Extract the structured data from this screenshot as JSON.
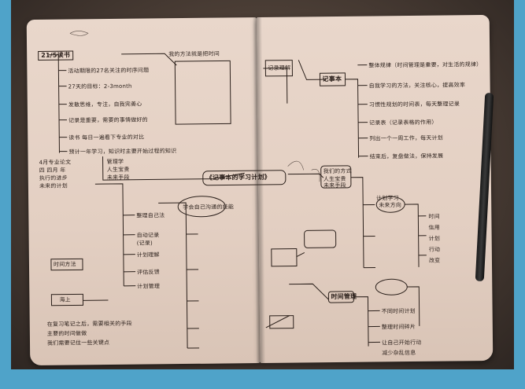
{
  "left_page": {
    "root": "21/5读书",
    "note_top": "我的方法就是把时间",
    "dates_box": [
      "4月专业论文",
      "四 四月 年",
      "执行的进步",
      "未来的计划"
    ],
    "items": [
      "活动期限的27名关注的时序问题",
      "27天的目标：2-3month",
      "发散思维，专注，自我完善心",
      "记录是重要，需要的事情做好的",
      "读书 每日一遍看下专业的对比",
      "预计一年学习，知识时主要开始过程的知识"
    ],
    "mid_items": [
      "管理学",
      "人生宝贵",
      "未来手段"
    ],
    "center_box": "学会自己沟通的技能",
    "branch_items": [
      "整理自己法",
      "自动记录",
      "(记录)",
      "计划理解",
      "评估反馈",
      "计划管理"
    ],
    "bottom_boxes": [
      "时间方法",
      "海上"
    ],
    "bottom_notes": [
      "在复习笔记之后，需要相关的手段",
      "主要的时间做做",
      "我们需要记住一些关键点"
    ],
    "main_topic": "《记事本的学习计划》"
  },
  "right_page": {
    "top_box": "记录理解",
    "main_node": "记事本",
    "list": [
      "整体规律（时间管理是重要，对生活的规律）",
      "自我学习的方法，关注核心，提高效率",
      "习惯性规划的时间表，每天整理记录",
      "记录表（记录表格的作用）",
      "列出一个一周工作，每天计划",
      "结束后，复盘做法，保持发展"
    ],
    "second_node": "我们的方式",
    "second_items": [
      "人生宝贵",
      "未来手段"
    ],
    "third_node": "计划学习",
    "right_items": [
      "时间",
      "信用",
      "计划",
      "行动",
      "改变"
    ],
    "circle_label": "未来方向",
    "bottom_node": "时间管理",
    "bottom_items": [
      "不同时间计划",
      "整理时间碎片",
      "让自己开始行动",
      "减少杂乱信息"
    ]
  }
}
